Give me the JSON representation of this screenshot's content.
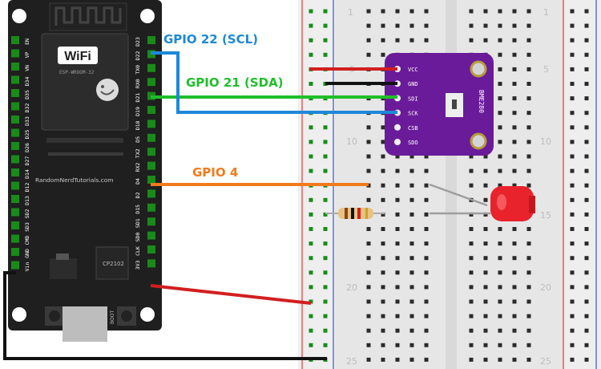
{
  "labels": {
    "scl": "GPIO 22 (SCL)",
    "sda": "GPIO 21 (SDA)",
    "gpio4": "GPIO 4"
  },
  "board": {
    "module": "ESP-WROOM-32",
    "wifi": "WiFi",
    "credit": "RandomNerdTutorials.com",
    "usb_chip": "CP2102",
    "en_button": "EN",
    "boot_button": "BOOT",
    "left_pins": [
      "EN",
      "VP",
      "VN",
      "D34",
      "D35",
      "D32",
      "D33",
      "D25",
      "D26",
      "D27",
      "D14",
      "D12",
      "D13",
      "SD2",
      "SD3",
      "CMD",
      "GND",
      "Vin"
    ],
    "right_pins": [
      "D23",
      "D22",
      "TX0",
      "RX0",
      "D21",
      "D19",
      "D18",
      "D5",
      "TX2",
      "RX2",
      "D4",
      "D2",
      "D15",
      "SD1",
      "SD0",
      "CLK",
      "3V3"
    ]
  },
  "sensor": {
    "name": "BME280",
    "pins": [
      "VCC",
      "GND",
      "SDI",
      "SCK",
      "CSB",
      "SDO"
    ]
  },
  "breadboard": {
    "row_numbers": [
      "1",
      "5",
      "10",
      "15",
      "20",
      "25"
    ]
  },
  "colors": {
    "scl": "#1e88d8",
    "sda": "#1fbf2a",
    "gpio4": "#f07b1c",
    "power": "#d11f1f",
    "ground": "#111111",
    "board": "#1f1f1f",
    "sensor": "#6a1b9a",
    "led": "#e8232c"
  }
}
